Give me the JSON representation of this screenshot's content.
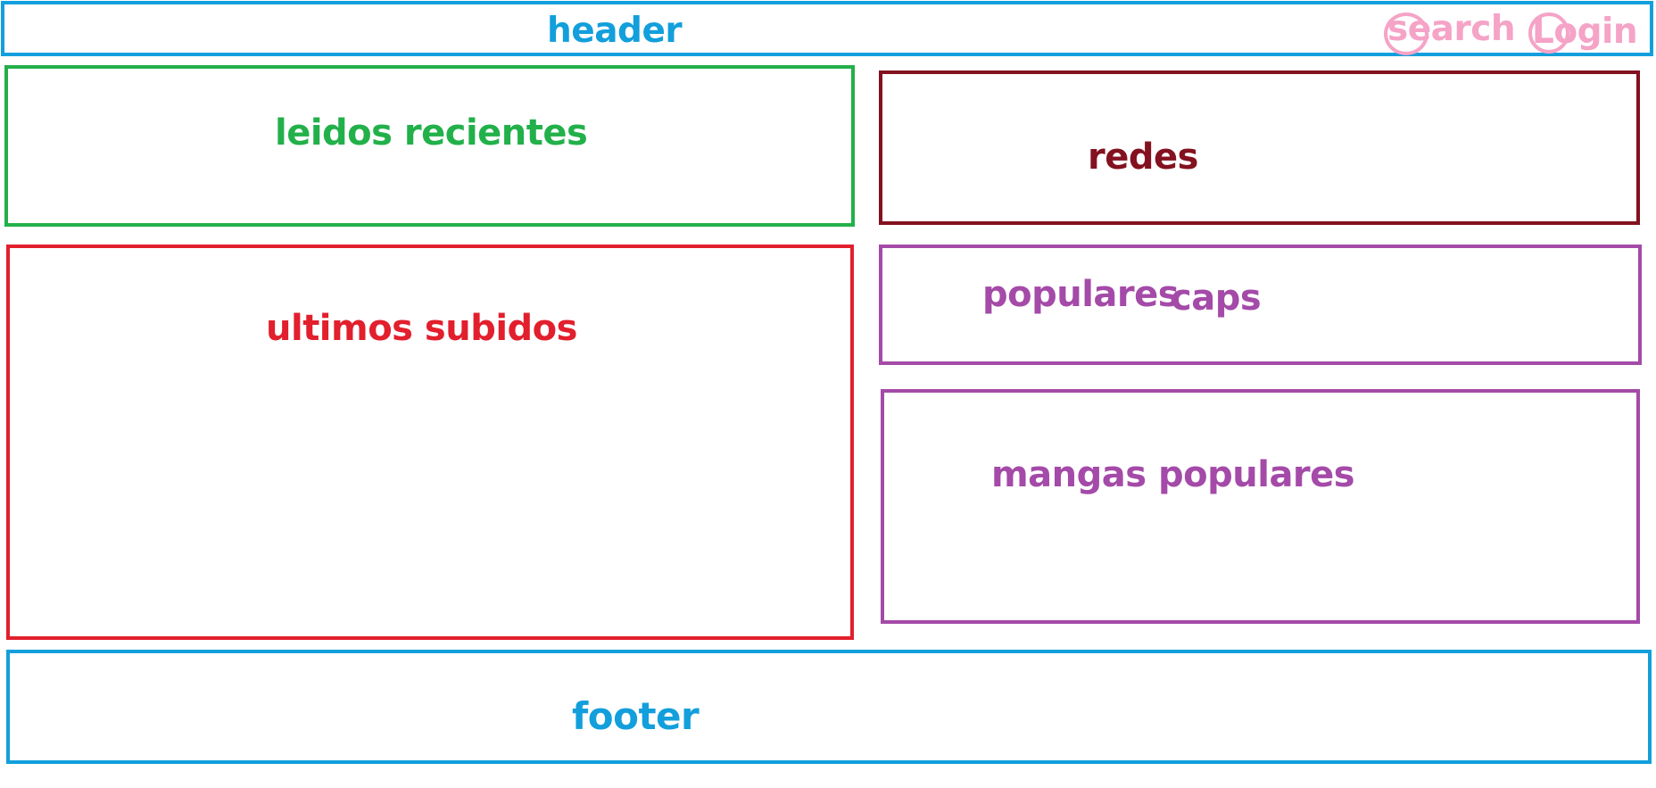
{
  "header": {
    "label": "header",
    "search": "search",
    "login": "Login",
    "color": "#129fdc",
    "link_color": "#f5a3c7"
  },
  "leidos_recientes": {
    "label": "leidos recientes",
    "color": "#22b04a"
  },
  "redes": {
    "label": "redes",
    "color": "#83111f"
  },
  "ultimos_subidos": {
    "label": "ultimos subidos",
    "color": "#e21f2d"
  },
  "populares_caps": {
    "label_part1": "populares",
    "label_part2": "caps",
    "color": "#a44aa8"
  },
  "mangas_populares": {
    "label": "mangas populares",
    "color": "#a44aa8"
  },
  "footer": {
    "label": "footer",
    "color": "#129fdc"
  }
}
